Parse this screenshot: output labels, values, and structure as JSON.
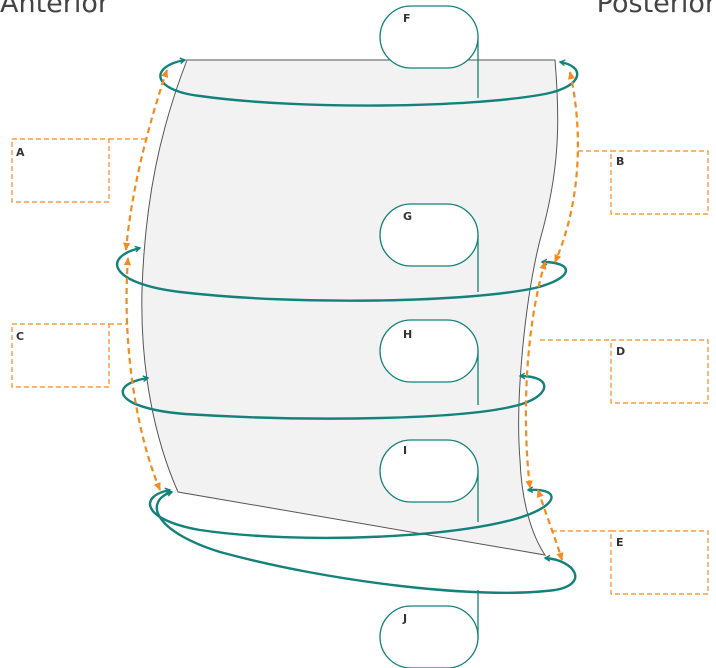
{
  "headers": {
    "left": "Anterior",
    "right": "Posterior"
  },
  "colors": {
    "teal": "#13827a",
    "orange": "#f28c1f",
    "outline": "#555555",
    "fill": "#f2f2f2"
  },
  "boxes": [
    {
      "id": "a",
      "label": "A"
    },
    {
      "id": "b",
      "label": "B"
    },
    {
      "id": "c",
      "label": "C"
    },
    {
      "id": "d",
      "label": "D"
    },
    {
      "id": "e",
      "label": "E"
    }
  ],
  "pills": [
    {
      "id": "f",
      "label": "F"
    },
    {
      "id": "g",
      "label": "G"
    },
    {
      "id": "h",
      "label": "H"
    },
    {
      "id": "i",
      "label": "I"
    },
    {
      "id": "j",
      "label": "J"
    }
  ]
}
